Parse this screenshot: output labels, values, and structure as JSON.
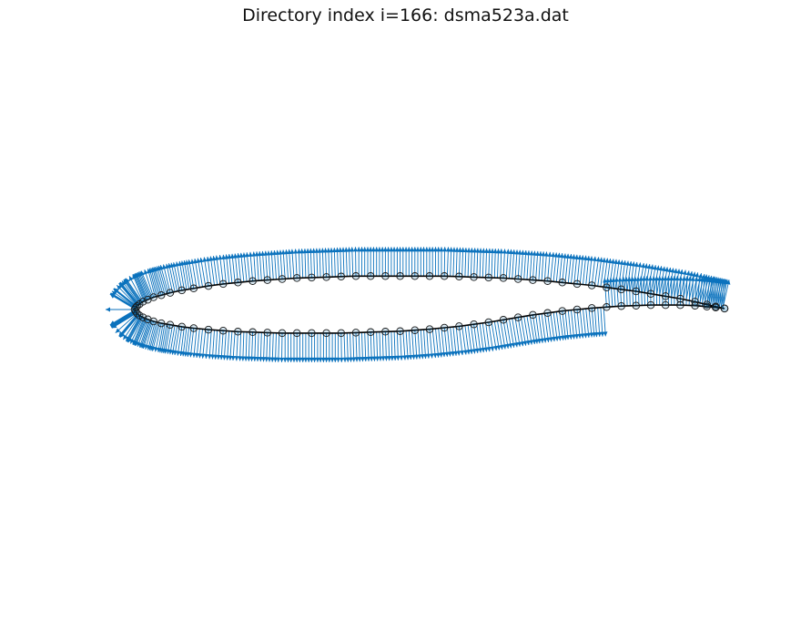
{
  "title": "Directory index i=166: dsma523a.dat",
  "colors": {
    "outline": "#000000",
    "marker_edge": "#1a1a1a",
    "marker_fill": "#0a6fb5",
    "normal_vector": "#0b72bd",
    "background": "#ffffff"
  },
  "chart_data": {
    "type": "scatter",
    "title": "Directory index i=166: dsma523a.dat",
    "xlabel": "",
    "ylabel": "",
    "axes_visible": false,
    "grid": false,
    "legend": "none",
    "description_shape": "airfoil outline with marked panel points and outward surface normal vectors",
    "series": [
      {
        "marker": "open-circle",
        "x": [
          1.0,
          0.985,
          0.97,
          0.95,
          0.925,
          0.9,
          0.875,
          0.85,
          0.825,
          0.8,
          0.775,
          0.75,
          0.725,
          0.7,
          0.675,
          0.65,
          0.625,
          0.6,
          0.575,
          0.55,
          0.525,
          0.5,
          0.475,
          0.45,
          0.425,
          0.4,
          0.375,
          0.35,
          0.325,
          0.3,
          0.275,
          0.25,
          0.225,
          0.2,
          0.175,
          0.15,
          0.125,
          0.1,
          0.08,
          0.06,
          0.045,
          0.032,
          0.022,
          0.014,
          0.008,
          0.004,
          0.002,
          0.0,
          0.002,
          0.004,
          0.008,
          0.014,
          0.022,
          0.032,
          0.045,
          0.06,
          0.08,
          0.1,
          0.125,
          0.15,
          0.175,
          0.2,
          0.225,
          0.25,
          0.275,
          0.3,
          0.325,
          0.35,
          0.375,
          0.4,
          0.425,
          0.45,
          0.475,
          0.5,
          0.525,
          0.55,
          0.575,
          0.6,
          0.625,
          0.65,
          0.675,
          0.7,
          0.725,
          0.75,
          0.775,
          0.8,
          0.825,
          0.85,
          0.875,
          0.9,
          0.925,
          0.95,
          0.97,
          0.985,
          1.0
        ],
        "y": [
          0.002,
          0.006,
          0.01,
          0.016,
          0.022,
          0.027,
          0.032,
          0.037,
          0.041,
          0.045,
          0.049,
          0.052,
          0.055,
          0.058,
          0.06,
          0.062,
          0.064,
          0.065,
          0.066,
          0.067,
          0.068,
          0.068,
          0.068,
          0.068,
          0.068,
          0.068,
          0.068,
          0.067,
          0.066,
          0.065,
          0.064,
          0.062,
          0.06,
          0.058,
          0.055,
          0.052,
          0.048,
          0.043,
          0.039,
          0.034,
          0.029,
          0.025,
          0.02,
          0.016,
          0.011,
          0.007,
          0.004,
          0.0,
          -0.004,
          -0.008,
          -0.012,
          -0.016,
          -0.02,
          -0.024,
          -0.028,
          -0.031,
          -0.035,
          -0.038,
          -0.041,
          -0.043,
          -0.045,
          -0.046,
          -0.047,
          -0.048,
          -0.048,
          -0.048,
          -0.048,
          -0.048,
          -0.047,
          -0.046,
          -0.045,
          -0.044,
          -0.042,
          -0.04,
          -0.037,
          -0.034,
          -0.03,
          -0.026,
          -0.021,
          -0.016,
          -0.011,
          -0.007,
          -0.003,
          0.0,
          0.003,
          0.005,
          0.007,
          0.008,
          0.009,
          0.009,
          0.009,
          0.008,
          0.006,
          0.004,
          0.002
        ]
      }
    ]
  }
}
